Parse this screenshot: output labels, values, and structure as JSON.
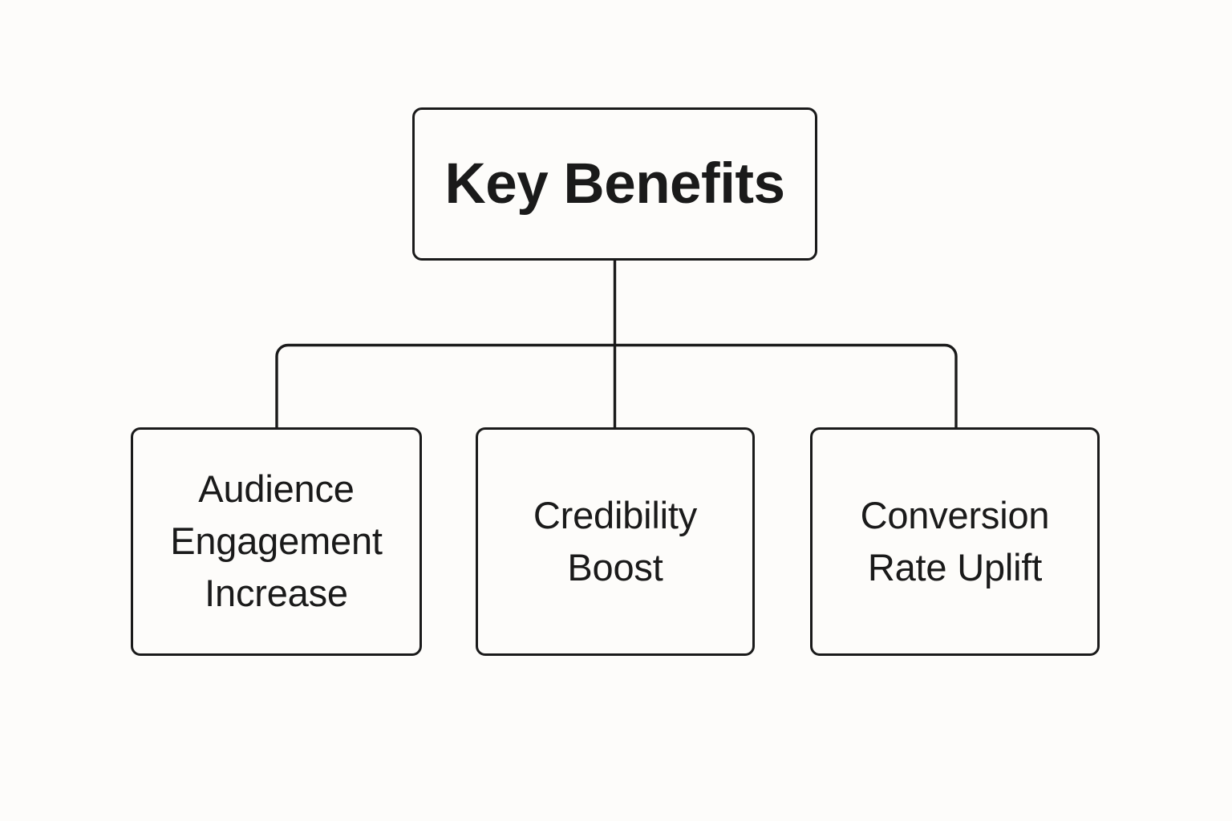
{
  "diagram": {
    "title": "Key Benefits",
    "type": "hierarchy-tree",
    "background_color": "#FDFCFA",
    "line_color": "#1A1A1A",
    "text_color": "#1A1A1A",
    "root": {
      "label": "Key Benefits",
      "shape": "rounded-rectangle"
    },
    "children": [
      {
        "label": "Audience\nEngagement\nIncrease",
        "shape": "rounded-rectangle"
      },
      {
        "label": "Credibility\nBoost",
        "shape": "rounded-rectangle"
      },
      {
        "label": "Conversion\nRate Uplift",
        "shape": "rounded-rectangle"
      }
    ]
  }
}
